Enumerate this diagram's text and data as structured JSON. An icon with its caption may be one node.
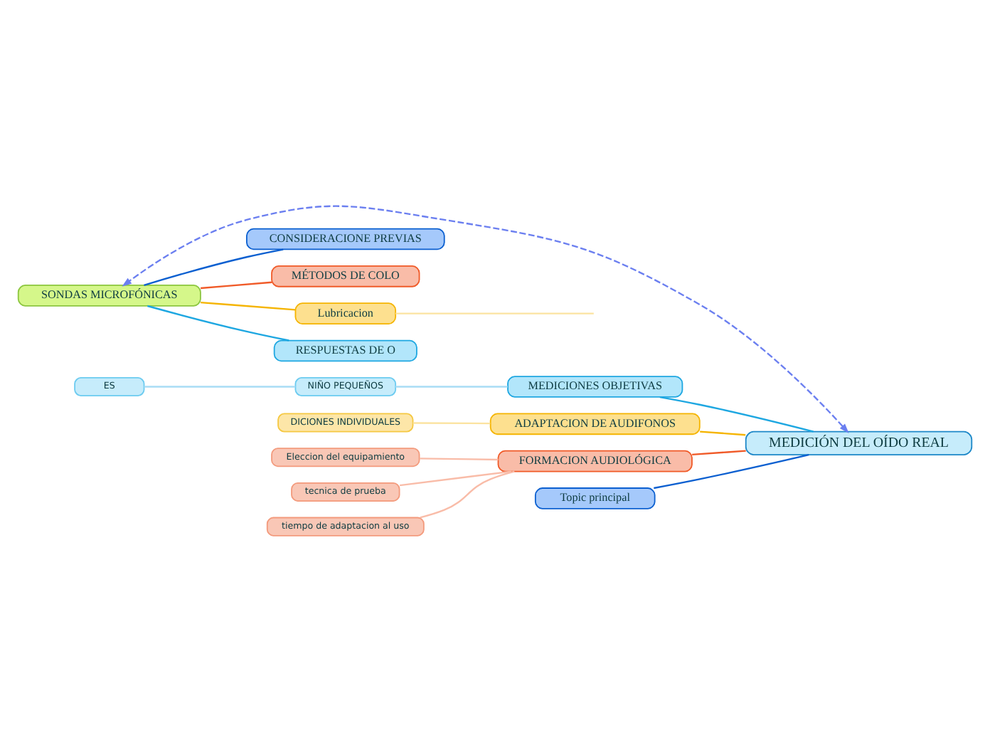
{
  "diagram": {
    "nodes": [
      {
        "text": [
          "MEDICIÓN DEL OÍDO REAL"
        ]
      },
      {
        "text": [
          "MEDICIONES OBJETIVAS"
        ]
      },
      {
        "text": [
          "NIÑO PEQUEÑOS"
        ]
      },
      {
        "text": [
          "ES"
        ]
      },
      {
        "text": [
          "ADAPTACION DE AUDIFONOS"
        ]
      },
      {
        "text": [
          "DICIONES INDIVIDUALES"
        ]
      },
      {
        "text": [
          "FORMACION AUDIOLÓGICA"
        ]
      },
      {
        "text": [
          "Eleccion del equipamiento"
        ]
      },
      {
        "text": [
          "tecnica de prueba"
        ]
      },
      {
        "text": [
          "tiempo de adaptacion al uso"
        ]
      },
      {
        "text": [
          "Topic principal"
        ]
      },
      {
        "text": [
          "SONDAS MICROFÓNICAS"
        ]
      },
      {
        "text": [
          "CONSIDERACIONE PREVIAS"
        ]
      },
      {
        "text": [
          "MÉTODOS DE COLO"
        ]
      },
      {
        "text": [
          "Lubricacion"
        ]
      },
      {
        "text": [
          "RESPUESTAS DE O"
        ]
      }
    ],
    "edges": [
      {
        "from": 0,
        "to": 1,
        "arrow": "none",
        "color": "#1ea7e1"
      },
      {
        "from": 1,
        "to": 2,
        "arrow": "none",
        "color": "#a8ddf5"
      },
      {
        "from": 2,
        "to": 3,
        "arrow": "none",
        "color": "#a8ddf5"
      },
      {
        "from": 0,
        "to": 4,
        "arrow": "none",
        "color": "#f5b400"
      },
      {
        "from": 4,
        "to": 5,
        "arrow": "none",
        "color": "#fbe3a0"
      },
      {
        "from": 0,
        "to": 6,
        "arrow": "none",
        "color": "#f05a28"
      },
      {
        "from": 6,
        "to": 7,
        "arrow": "none",
        "color": "#f9bca8"
      },
      {
        "from": 6,
        "to": 8,
        "arrow": "none",
        "color": "#f9bca8"
      },
      {
        "from": 6,
        "to": 9,
        "arrow": "none",
        "color": "#f9bca8"
      },
      {
        "from": 0,
        "to": 10,
        "arrow": "none",
        "color": "#0b5fd0"
      },
      {
        "from": 11,
        "to": 12,
        "arrow": "none",
        "color": "#0b5fd0"
      },
      {
        "from": 11,
        "to": 13,
        "arrow": "none",
        "color": "#f05a28"
      },
      {
        "from": 11,
        "to": 14,
        "arrow": "none",
        "color": "#f5b400"
      },
      {
        "from": 11,
        "to": 15,
        "arrow": "none",
        "color": "#1ea7e1"
      },
      {
        "from": 14,
        "to": null,
        "arrow": "none",
        "color": "#fbe3a0"
      },
      {
        "from": 0,
        "to": 11,
        "arrow": "both",
        "style": "dashed",
        "color": "#6b7ff0"
      }
    ]
  }
}
